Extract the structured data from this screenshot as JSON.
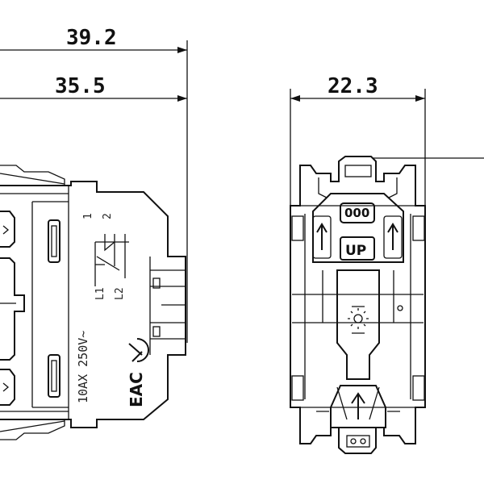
{
  "dimensions": {
    "overall_width": "39.2",
    "body_width": "35.5",
    "module_width": "22.3"
  },
  "side_view": {
    "terminal_labels": [
      "1",
      "2",
      "L1",
      "L2"
    ],
    "rating": "10AX 250V~",
    "cert_mark": "EAC"
  },
  "front_view": {
    "code_label": "000",
    "up_label": "UP"
  },
  "icons": [
    "arrow-up-icon",
    "lamp-icon",
    "ce-mark-icon",
    "switch-symbol-icon"
  ],
  "colors": {
    "line": "#111111",
    "background": "#ffffff"
  }
}
